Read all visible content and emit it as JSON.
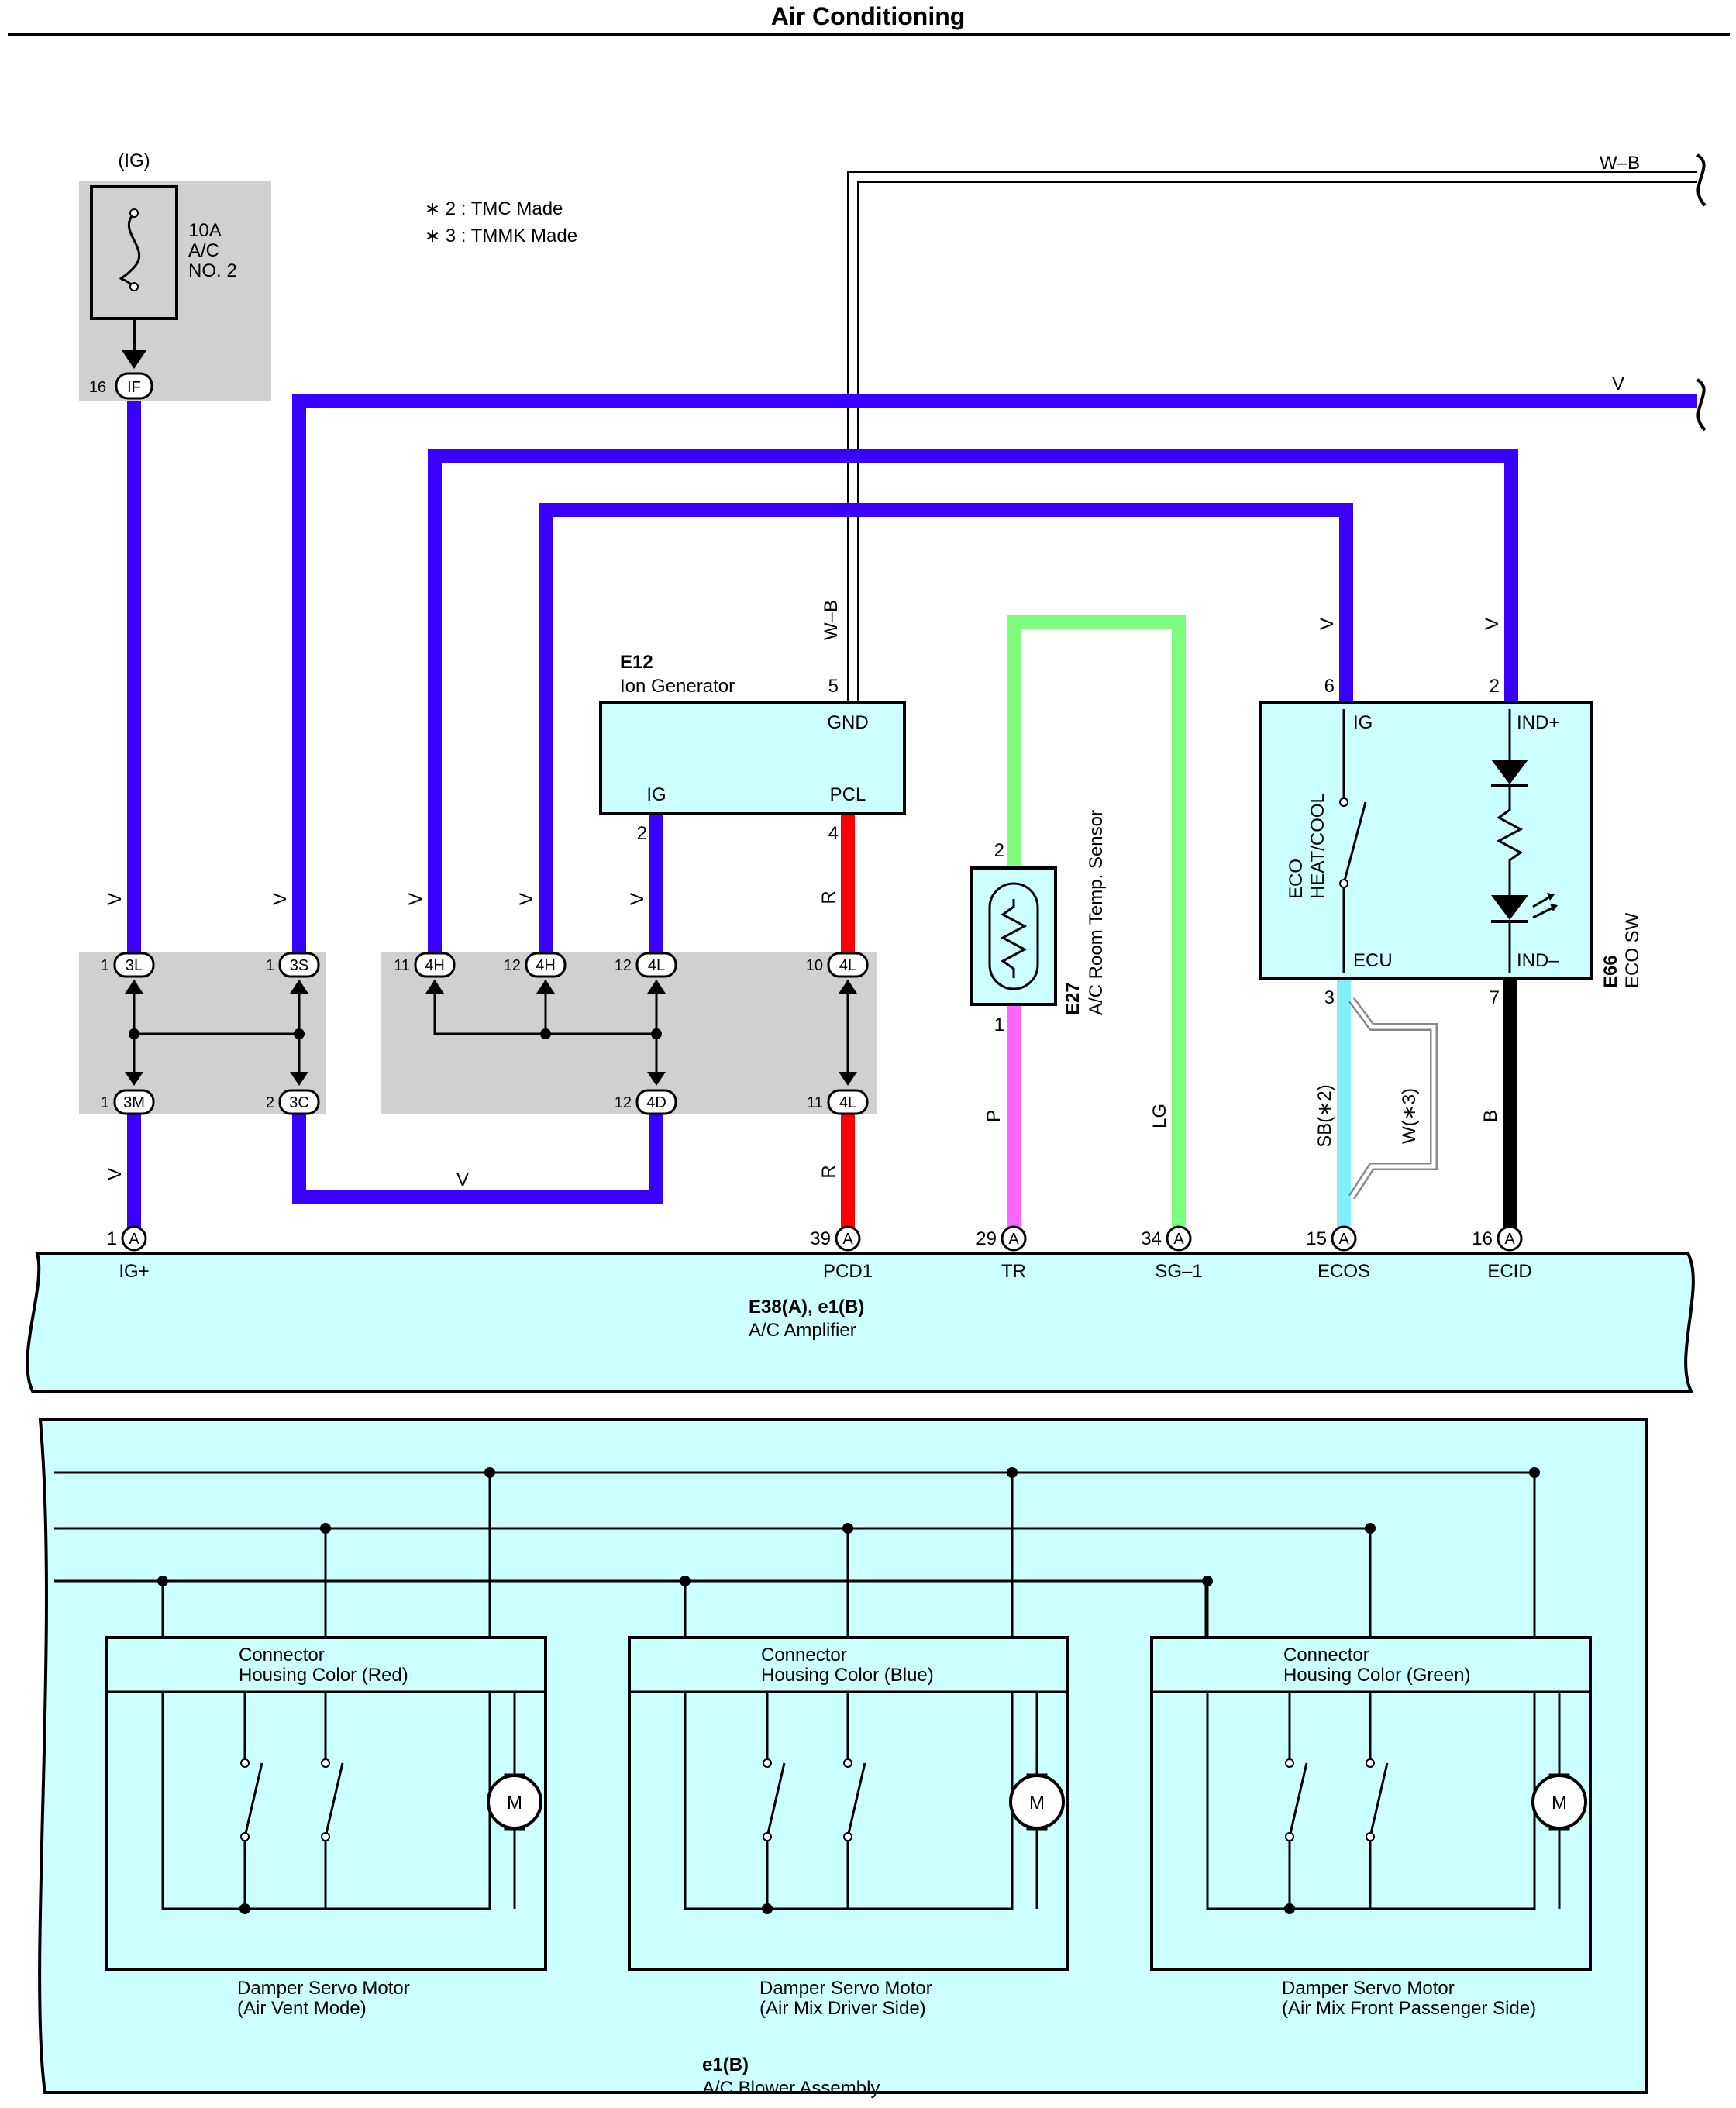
{
  "header": {
    "title": "Air Conditioning"
  },
  "notes": [
    "∗ 2 : TMC Made",
    "∗ 3 : TMMK Made"
  ],
  "colors": {
    "violet": "#3a00ff",
    "red": "#ff0000",
    "pink": "#ff66ff",
    "light_green": "#7dff7d",
    "sky_blue": "#80f0ff",
    "black": "#000000",
    "component_fill": "#ccffff",
    "junction_fill": "#d0d0d0"
  },
  "power": {
    "source": "(IG)",
    "fuse": "10A\nA/C\nNO. 2",
    "pin": "16",
    "connector": "IF"
  },
  "wires": {
    "w_b": "W–B",
    "v": "V",
    "r": "R",
    "p": "P",
    "lg": "LG",
    "b": "B",
    "sb": "SB(∗2)",
    "w": "W(∗3)"
  },
  "junctions": [
    {
      "pin": "1",
      "id": "3L"
    },
    {
      "pin": "1",
      "id": "3S"
    },
    {
      "pin": "11",
      "id": "4H"
    },
    {
      "pin": "12",
      "id": "4H"
    },
    {
      "pin": "12",
      "id": "4L"
    },
    {
      "pin": "10",
      "id": "4L"
    },
    {
      "pin": "1",
      "id": "3M"
    },
    {
      "pin": "2",
      "id": "3C"
    },
    {
      "pin": "12",
      "id": "4D"
    },
    {
      "pin": "11",
      "id": "4L"
    }
  ],
  "ion_generator": {
    "code": "E12",
    "name": "Ion Generator",
    "gnd": "GND",
    "ig": "IG",
    "pcl": "PCL",
    "pin_gnd": "5",
    "pin_ig": "2",
    "pin_pcl": "4"
  },
  "sensor": {
    "code": "E27",
    "name": "A/C Room Temp.  Sensor",
    "pin_top": "2",
    "pin_bottom": "1"
  },
  "eco_sw": {
    "code": "E66",
    "name": "ECO SW",
    "ig": "IG",
    "ind_plus": "IND+",
    "ecu": "ECU",
    "ind_minus": "IND–",
    "switch_label": "ECO\nHEAT/COOL",
    "pin_ig": "6",
    "pin_ind_plus": "2",
    "pin_ecu": "3",
    "pin_ind_minus": "7"
  },
  "amplifier": {
    "code": "E38(A), e1(B)",
    "name": "A/C Amplifier",
    "conn": "A",
    "terminals": [
      {
        "pin": "1",
        "name": "IG+"
      },
      {
        "pin": "39",
        "name": "PCD1"
      },
      {
        "pin": "29",
        "name": "TR"
      },
      {
        "pin": "34",
        "name": "SG–1"
      },
      {
        "pin": "15",
        "name": "ECOS"
      },
      {
        "pin": "16",
        "name": "ECID"
      }
    ]
  },
  "blower": {
    "code": "e1(B)",
    "name": "A/C Blower Assembly"
  },
  "motors": [
    {
      "conn": "Connector\nHousing Color (Red)",
      "name": "Damper Servo Motor\n(Air Vent Mode)"
    },
    {
      "conn": "Connector\nHousing Color (Blue)",
      "name": "Damper Servo Motor\n(Air Mix Driver Side)"
    },
    {
      "conn": "Connector\nHousing Color (Green)",
      "name": "Damper Servo Motor\n(Air Mix Front Passenger Side)"
    }
  ],
  "motor_symbol": "M"
}
